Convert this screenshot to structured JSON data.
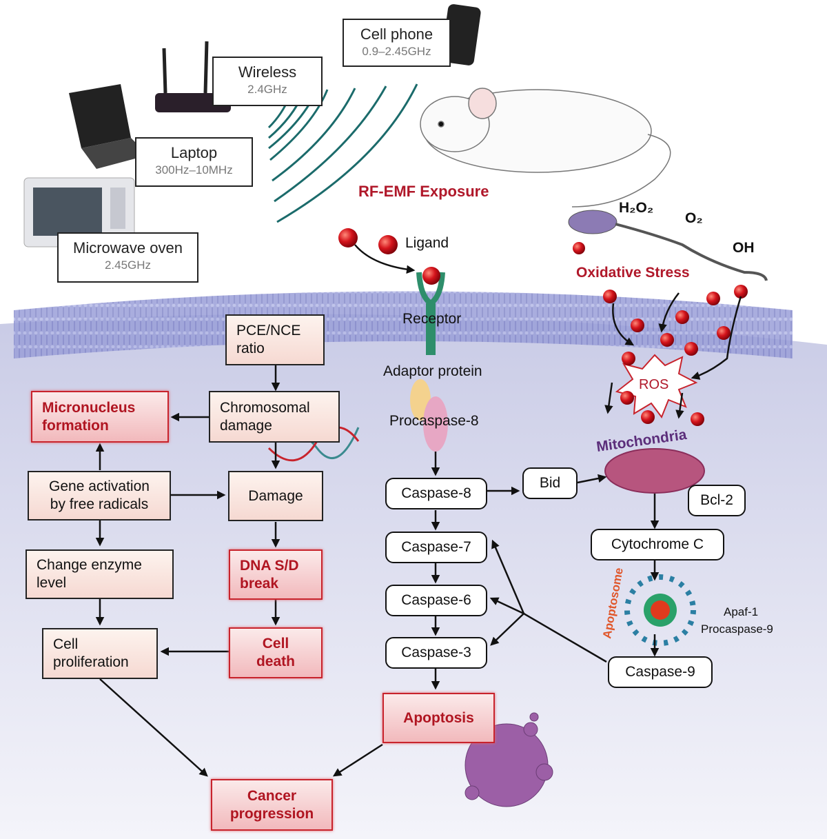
{
  "sources": [
    {
      "id": "cell-phone",
      "title": "Cell phone",
      "freq": "0.9–2.45GHz"
    },
    {
      "id": "wireless",
      "title": "Wireless",
      "freq": "2.4GHz"
    },
    {
      "id": "laptop",
      "title": "Laptop",
      "freq": "300Hz–10MHz"
    },
    {
      "id": "microwave",
      "title": "Microwave oven",
      "freq": "2.45GHz"
    }
  ],
  "exposure_label": "RF-EMF Exposure",
  "molecules": {
    "h2o2": "H₂O₂",
    "o2": "O₂",
    "oh": "OH"
  },
  "oxidative_stress": "Oxidative Stress",
  "ros": "ROS",
  "mitochondria": "Mitochondria",
  "ligand": "Ligand",
  "receptor": "Receptor",
  "adaptor": "Adaptor protein",
  "procaspase8": "Procaspase-8",
  "apoptosome": "Apoptosome",
  "apaf_lines": [
    "Apaf-1",
    "Procaspase-9"
  ],
  "left_flow": {
    "pce_nce": [
      "PCE/NCE",
      "ratio"
    ],
    "chromosomal": [
      "Chromosomal",
      "damage"
    ],
    "micronucleus": [
      "Micronucleus",
      "formation"
    ],
    "gene_activation": [
      "Gene activation",
      "by free radicals"
    ],
    "damage": [
      "Damage"
    ],
    "change_enzyme": [
      "Change enzyme",
      "level"
    ],
    "dna_break": [
      "DNA S/D",
      "break"
    ],
    "cell_proliferation": [
      "Cell",
      "proliferation"
    ],
    "cell_death": [
      "Cell",
      "death"
    ],
    "cancer": [
      "Cancer",
      "progression"
    ]
  },
  "caspase_flow": {
    "caspase8": "Caspase-8",
    "bid": "Bid",
    "caspase7": "Caspase-7",
    "caspase6": "Caspase-6",
    "caspase3": "Caspase-3",
    "apoptosis": "Apoptosis",
    "bcl2": "Bcl-2",
    "cytochrome": "Cytochrome C",
    "caspase9": "Caspase-9"
  }
}
